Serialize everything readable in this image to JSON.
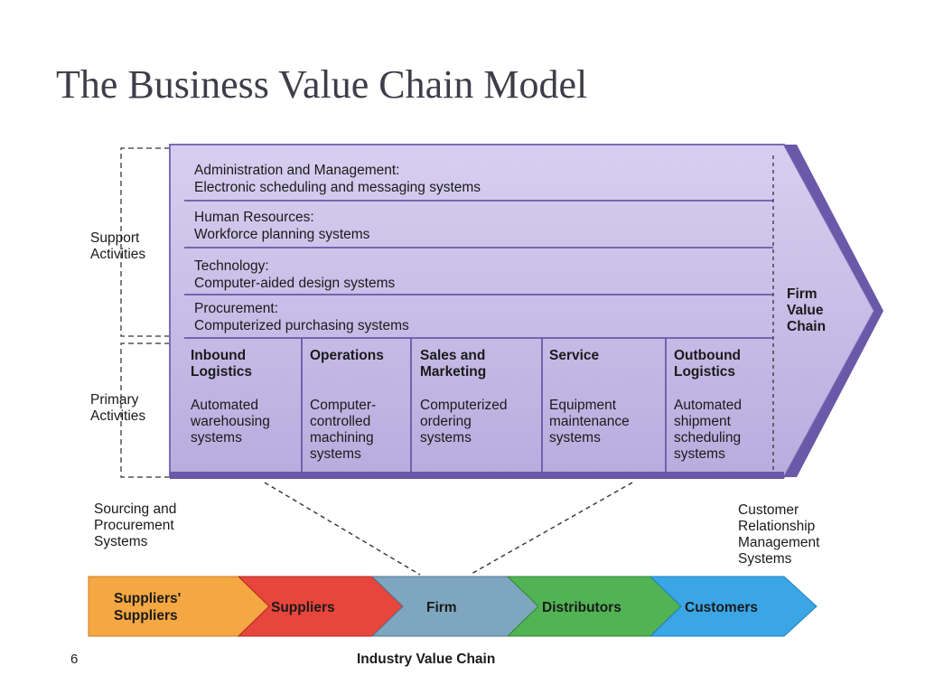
{
  "title": "The Business Value Chain Model",
  "page_number": "6",
  "side_labels": {
    "support": [
      "Support",
      "Activities"
    ],
    "primary": [
      "Primary",
      "Activities"
    ]
  },
  "firm_value_chain_label": [
    "Firm",
    "Value",
    "Chain"
  ],
  "support_rows": [
    {
      "heading": "Administration and Management:",
      "system": "Electronic scheduling and messaging systems"
    },
    {
      "heading": "Human Resources:",
      "system": "Workforce planning systems"
    },
    {
      "heading": "Technology:",
      "system": "Computer-aided design systems"
    },
    {
      "heading": "Procurement:",
      "system": "Computerized purchasing systems"
    }
  ],
  "primary_columns": [
    {
      "heading": [
        "Inbound",
        "Logistics"
      ],
      "system": [
        "Automated",
        "warehousing",
        "systems"
      ]
    },
    {
      "heading": [
        "Operations"
      ],
      "system": [
        "Computer-",
        "controlled",
        "machining",
        "systems"
      ]
    },
    {
      "heading": [
        "Sales and",
        "Marketing"
      ],
      "system": [
        "Computerized",
        "ordering",
        "systems"
      ]
    },
    {
      "heading": [
        "Service"
      ],
      "system": [
        "Equipment",
        "maintenance",
        "systems"
      ]
    },
    {
      "heading": [
        "Outbound",
        "Logistics"
      ],
      "system": [
        "Automated",
        "shipment",
        "scheduling",
        "systems"
      ]
    }
  ],
  "sourcing_label": [
    "Sourcing and",
    "Procurement",
    "Systems"
  ],
  "crm_label": [
    "Customer",
    "Relationship",
    "Management",
    "Systems"
  ],
  "industry_chain": [
    {
      "label": [
        "Suppliers'",
        "Suppliers"
      ],
      "color": "#f4a742"
    },
    {
      "label": [
        "Suppliers"
      ],
      "color": "#e8453c"
    },
    {
      "label": [
        "Firm"
      ],
      "color": "#7fa6bf"
    },
    {
      "label": [
        "Distributors"
      ],
      "color": "#52b354"
    },
    {
      "label": [
        "Customers"
      ],
      "color": "#3aa6e6"
    }
  ],
  "industry_chain_label": "Industry Value Chain",
  "colors": {
    "chain_fill": "#c7bde8",
    "chain_border": "#7c6bb8",
    "chain_dark": "#6a58a8"
  }
}
